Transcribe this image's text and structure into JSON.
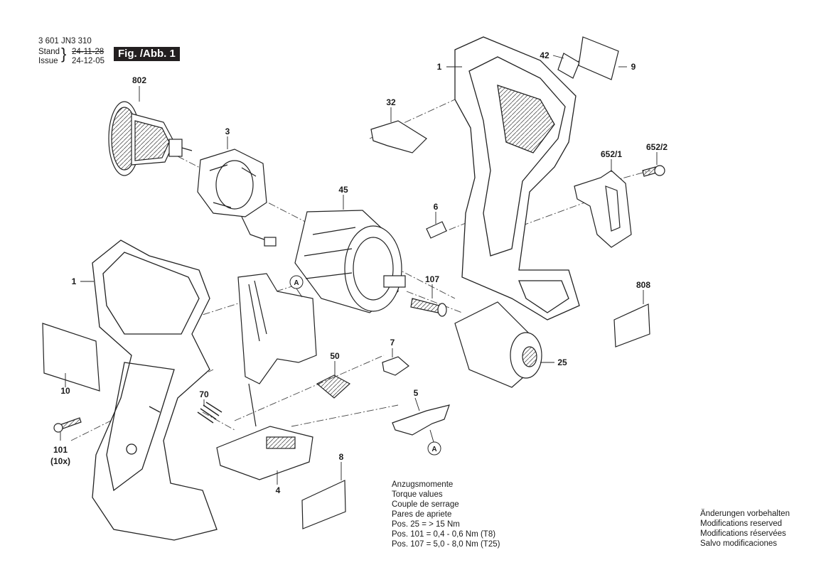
{
  "header": {
    "part_number": "3 601 JN3 310",
    "stand_label": "Stand",
    "issue_label": "Issue",
    "stand_date": "24-11-28",
    "issue_date": "24-12-05",
    "figure_label": "Fig. /Abb. 1"
  },
  "part_labels": {
    "p1_top": "1",
    "p1_left": "1",
    "p3": "3",
    "p4": "4",
    "p5": "5",
    "p6": "6",
    "p7": "7",
    "p8": "8",
    "p9": "9",
    "p10": "10",
    "p25": "25",
    "p32": "32",
    "p42": "42",
    "p45": "45",
    "p50": "50",
    "p70": "70",
    "p101": "101",
    "p101_qty": "(10x)",
    "p107": "107",
    "p652_1": "652/1",
    "p652_2": "652/2",
    "p802": "802",
    "p808": "808",
    "ref_a_1": "A",
    "ref_a_2": "A"
  },
  "torque_note": {
    "lines": [
      "Anzugsmomente",
      "Torque values",
      "Couple de serrage",
      "Pares de apriete",
      "Pos.  25  = > 15 Nm",
      "Pos. 101 = 0,4 - 0,6 Nm (T8)",
      "Pos. 107 = 5,0 - 8,0 Nm (T25)"
    ]
  },
  "modifications_note": {
    "lines": [
      "Änderungen vorbehalten",
      "Modifications reserved",
      "Modifications réservées",
      "Salvo modificaciones"
    ]
  }
}
